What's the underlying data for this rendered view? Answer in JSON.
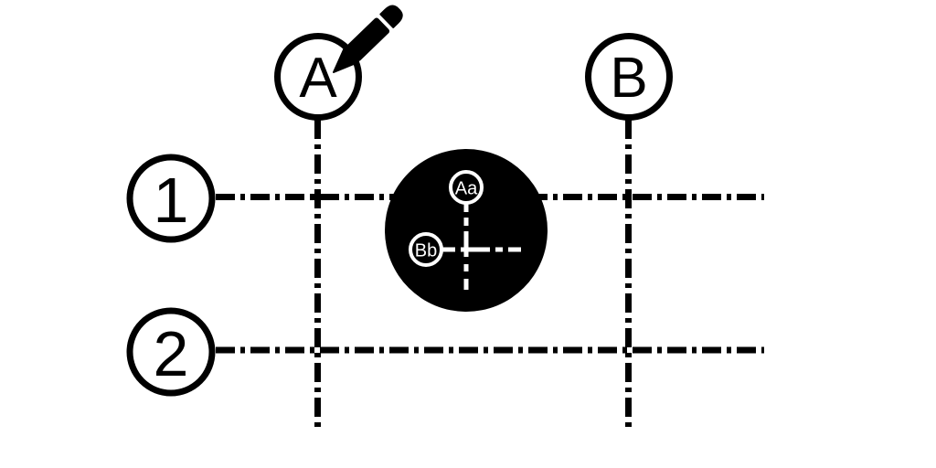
{
  "colors": {
    "ink": "#000000",
    "paper": "#ffffff",
    "detail_fill": "#000000",
    "detail_ink": "#ffffff"
  },
  "grid": {
    "column_bubbles": [
      {
        "label": "A"
      },
      {
        "label": "B"
      }
    ],
    "row_bubbles": [
      {
        "label": "1"
      },
      {
        "label": "2"
      }
    ]
  },
  "detail": {
    "callouts": [
      {
        "label": "Aa"
      },
      {
        "label": "Bb"
      }
    ]
  },
  "icons": [
    {
      "name": "pencil-icon"
    }
  ]
}
